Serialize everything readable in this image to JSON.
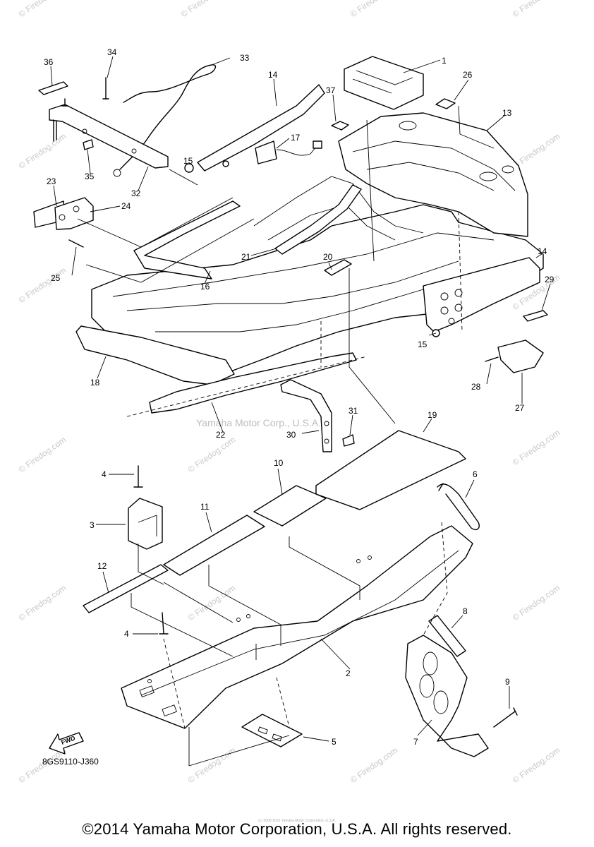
{
  "watermark": {
    "site": "© Firedog.com",
    "center_text": "Yamaha Motor Corp., U.S.A."
  },
  "diagram_code": "8GS9110-J360",
  "fwd_label": "FWD",
  "callouts": [
    "1",
    "2",
    "3",
    "4",
    "4",
    "5",
    "6",
    "7",
    "8",
    "9",
    "10",
    "11",
    "12",
    "13",
    "14",
    "14",
    "15",
    "15",
    "16",
    "17",
    "18",
    "19",
    "20",
    "21",
    "22",
    "23",
    "24",
    "25",
    "26",
    "27",
    "28",
    "29",
    "30",
    "31",
    "32",
    "33",
    "34",
    "35",
    "36",
    "37"
  ],
  "tiny_copyright": "(c) 2005-2015 Yamaha Motor Corporation, U.S.A.",
  "copyright": "©2014 Yamaha Motor Corporation, U.S.A. All rights reserved."
}
